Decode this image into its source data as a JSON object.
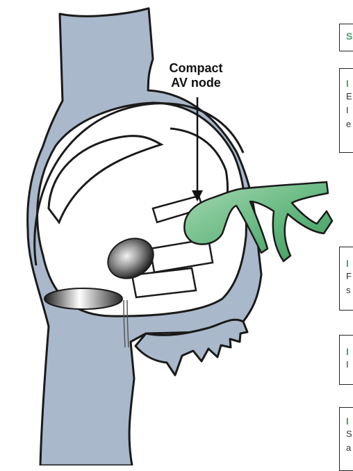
{
  "figure": {
    "callout_label_line1": "Compact",
    "callout_label_line2": "AV node",
    "colors": {
      "tissue_fill": "#a9b8ca",
      "outline": "#1a1a1a",
      "node_green": "#5fb57b",
      "node_green_light": "#b9dfc3",
      "accent_green": "#4aa36b",
      "dark_body": "#2a2a2a"
    }
  },
  "panels": [
    {
      "head": "S",
      "lines": []
    },
    {
      "head": "I",
      "lines": [
        "E",
        "I",
        "e"
      ]
    },
    {
      "head": "I",
      "lines": [
        "F",
        "s"
      ]
    },
    {
      "head": "I",
      "lines": [
        "I"
      ]
    },
    {
      "head": "I",
      "lines": [
        "S",
        "a"
      ]
    }
  ]
}
